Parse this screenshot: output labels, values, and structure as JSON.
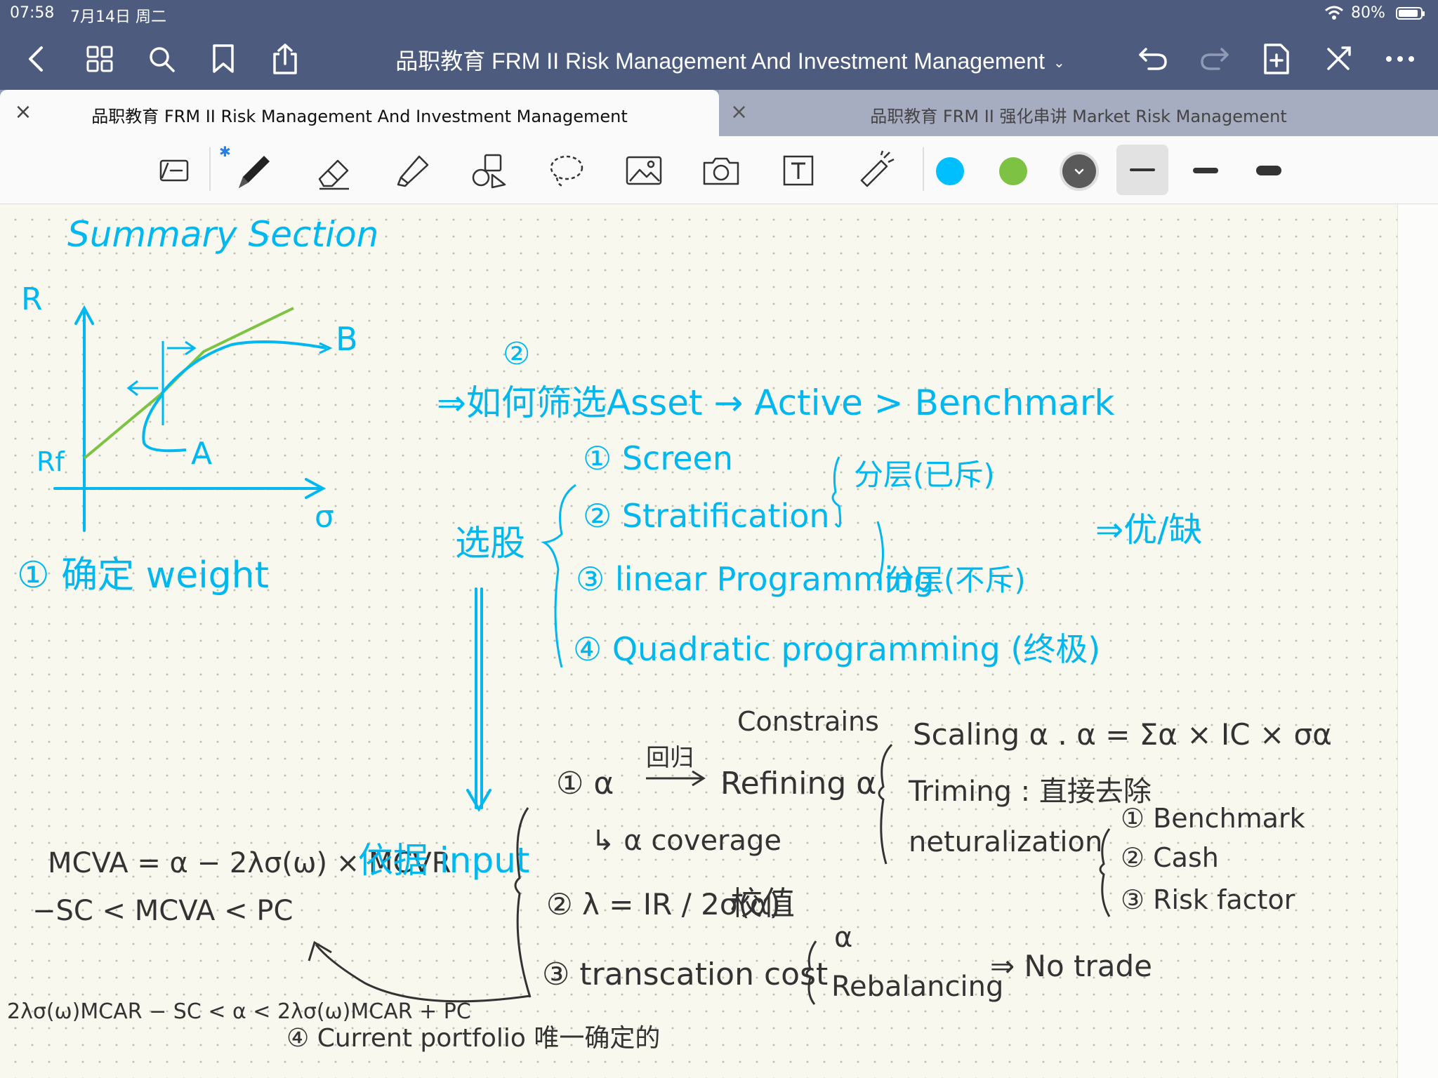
{
  "status_bar": {
    "time": "07:58",
    "date": "7月14日 周二",
    "battery": "80%"
  },
  "nav": {
    "title": "品职教育 FRM II Risk Management And Investment Management",
    "icons": [
      "back-icon",
      "grid-icon",
      "search-icon",
      "bookmark-icon",
      "share-icon",
      "undo-icon",
      "redo-icon",
      "add-page-icon",
      "close-tools-icon",
      "more-icon"
    ]
  },
  "tabs": [
    {
      "label": "品职教育 FRM II Risk Management And Investment Management",
      "active": true
    },
    {
      "label": "品职教育 FRM II 强化串讲 Market Risk Management",
      "active": false
    }
  ],
  "toolbar": {
    "tools": [
      "read-mode-icon",
      "pen-icon",
      "eraser-icon",
      "highlighter-icon",
      "shapes-icon",
      "lasso-icon",
      "image-icon",
      "camera-icon",
      "text-icon",
      "laser-pointer-icon"
    ],
    "colors": [
      "#00bfff",
      "#7dc242",
      "#555555"
    ],
    "selected_color": "#00bfff"
  },
  "notes": {
    "title": "Summary  Section",
    "chart_labels": {
      "y": "R",
      "x": "σ",
      "rf": "Rf",
      "a": "A",
      "b": "B"
    },
    "step1": "① 确定 weight",
    "marker2": "②",
    "question": "⇒如何筛选Asset → Active > Benchmark",
    "select_stock": "选股",
    "method1": "① Screen",
    "method2": "② Stratification",
    "method3": "③ linear Programming",
    "method4": "④ Quadratic programming (终极)",
    "layer_yes": "分层(已斥)",
    "layer_no": "分层(不斥)",
    "pros_cons": "⇒优/缺",
    "constrains": "Constrains",
    "alpha_1": "① α",
    "regress": "回归",
    "refining": "Refining α",
    "alpha_coverage": "↳ α coverage",
    "scaling": "Scaling α . α = Σα × IC × σα",
    "trimming": "Triming : 直接去除",
    "neutralization": "neturalization",
    "n1": "① Benchmark",
    "n2": "② Cash",
    "n3": "③ Risk factor",
    "lambda_eq": "② λ = IR / 2σ(α)",
    "calibrate": "校值",
    "tcost": "③ transcation cost",
    "rebalance_alpha": "α",
    "rebalancing": "Rebalancing",
    "no_trade": "⇒ No trade",
    "mcva": "MCVA = α − 2λσ(ω) × MCVR",
    "basis": "依据 input",
    "ineq": "−SC < MCVA < PC",
    "ineq2": "2λσ(ω)MCAR − SC < α < 2λσ(ω)MCAR + PC",
    "current": "④ Current portfolio 唯一确定的"
  }
}
